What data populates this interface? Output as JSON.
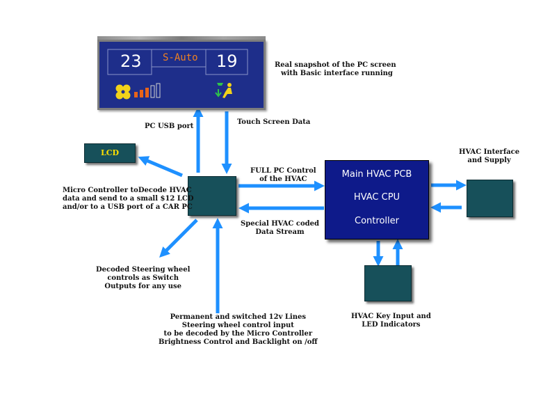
{
  "screen": {
    "left_temp": "23",
    "mode": "S-Auto",
    "right_temp": "19",
    "caption_line1": "Real snapshot of the PC screen",
    "caption_line2": "with Basic interface running",
    "icons": [
      "fan-icon",
      "fan-speed-bars-icon",
      "seat-airflow-icon"
    ],
    "fan_level_filled": 3,
    "fan_level_total": 5
  },
  "labels": {
    "pc_usb_port": "PC USB port",
    "touch_screen_data": "Touch Screen Data",
    "lcd": "LCD",
    "micro_line1": "Micro Controller toDecode HVAC",
    "micro_line2": "data and send to a small $12 LCD",
    "micro_line3": "and/or to a USB port of a CAR PC",
    "full_pc_line1": "FULL PC Control",
    "full_pc_line2": "of the HVAC",
    "special_line1": "Special HVAC coded",
    "special_line2": "Data Stream",
    "hvac_iface_line1": "HVAC Interface",
    "hvac_iface_line2": "and Supply",
    "decoded_line1": "Decoded Steering wheel",
    "decoded_line2": "controls as Switch",
    "decoded_line3": "Outputs for any use",
    "perm_line1": "Permanent and switched 12v Lines",
    "perm_line2": "Steering wheel control input",
    "perm_line3": "to be decoded by the Micro Controller",
    "perm_line4": "Brightness Control and Backlight on /off",
    "keys_line1": "HVAC Key Input and",
    "keys_line2": "LED Indicators"
  },
  "cpu": {
    "line1": "Main HVAC PCB",
    "line2": "HVAC CPU",
    "line3": "Controller"
  },
  "colors": {
    "arrow": "#1e90ff",
    "module": "#17505a",
    "cpu": "#0e1a8a",
    "screen_bg": "#1e2e8a",
    "mode_text": "#f08020"
  }
}
